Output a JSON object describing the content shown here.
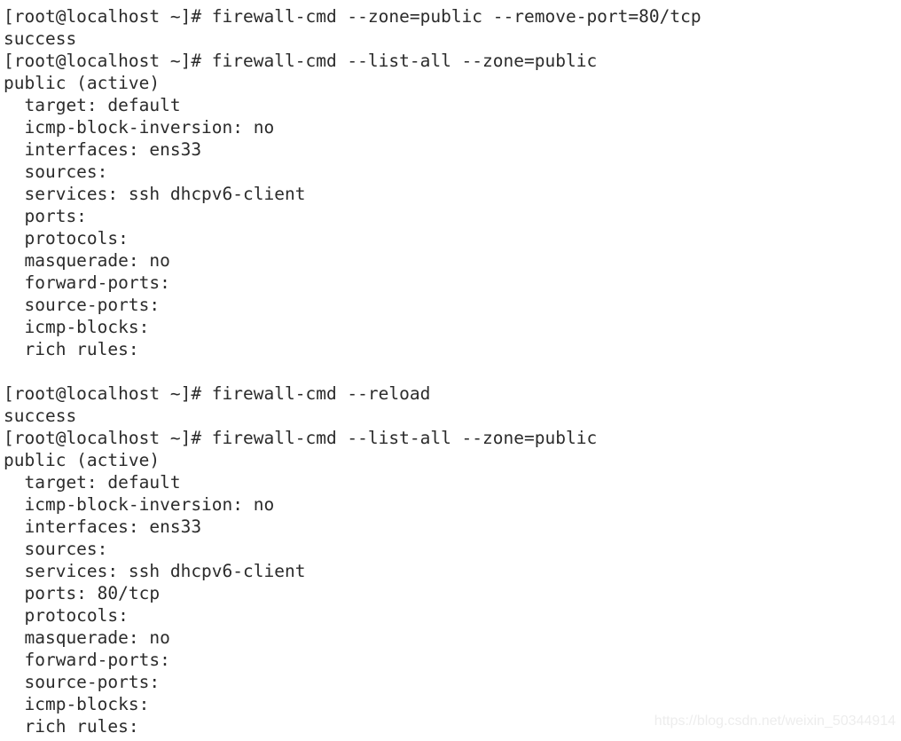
{
  "terminal": {
    "prompt": "[root@localhost ~]#",
    "hostname": "localhost",
    "user": "root",
    "cwd": "~",
    "lines": [
      "[root@localhost ~]# firewall-cmd --zone=public --remove-port=80/tcp",
      "success",
      "[root@localhost ~]# firewall-cmd --list-all --zone=public",
      "public (active)",
      "  target: default",
      "  icmp-block-inversion: no",
      "  interfaces: ens33",
      "  sources:",
      "  services: ssh dhcpv6-client",
      "  ports:",
      "  protocols:",
      "  masquerade: no",
      "  forward-ports:",
      "  source-ports:",
      "  icmp-blocks:",
      "  rich rules:",
      "",
      "[root@localhost ~]# firewall-cmd --reload",
      "success",
      "[root@localhost ~]# firewall-cmd --list-all --zone=public",
      "public (active)",
      "  target: default",
      "  icmp-block-inversion: no",
      "  interfaces: ens33",
      "  sources:",
      "  services: ssh dhcpv6-client",
      "  ports: 80/tcp",
      "  protocols:",
      "  masquerade: no",
      "  forward-ports:",
      "  source-ports:",
      "  icmp-blocks:",
      "  rich rules:"
    ],
    "commands": [
      "firewall-cmd --zone=public --remove-port=80/tcp",
      "firewall-cmd --list-all --zone=public",
      "firewall-cmd --reload",
      "firewall-cmd --list-all --zone=public"
    ],
    "zone_blocks": [
      {
        "zone": "public (active)",
        "target": "default",
        "icmp_block_inversion": "no",
        "interfaces": "ens33",
        "sources": "",
        "services": "ssh dhcpv6-client",
        "ports": "",
        "protocols": "",
        "masquerade": "no",
        "forward_ports": "",
        "source_ports": "",
        "icmp_blocks": "",
        "rich_rules": ""
      },
      {
        "zone": "public (active)",
        "target": "default",
        "icmp_block_inversion": "no",
        "interfaces": "ens33",
        "sources": "",
        "services": "ssh dhcpv6-client",
        "ports": "80/tcp",
        "protocols": "",
        "masquerade": "no",
        "forward_ports": "",
        "source_ports": "",
        "icmp_blocks": "",
        "rich_rules": ""
      }
    ],
    "results": [
      "success",
      "success"
    ],
    "colors": {
      "background": "#ffffff",
      "text": "#2b2b2b",
      "watermark": "#ededed"
    }
  },
  "watermark": {
    "text": "https://blog.csdn.net/weixin_50344914"
  }
}
